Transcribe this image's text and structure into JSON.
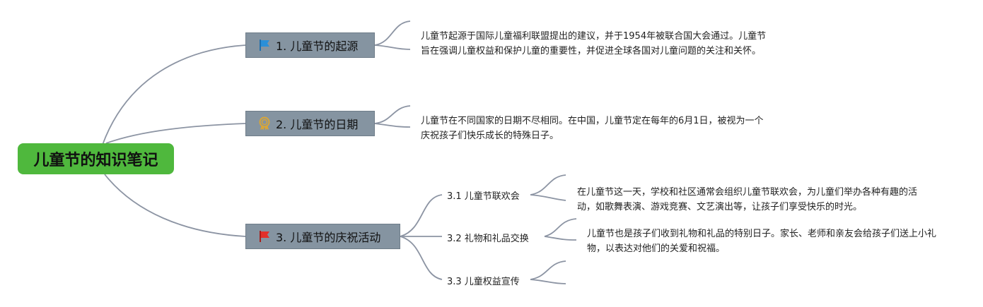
{
  "root": {
    "label": "儿童节的知识笔记"
  },
  "topics": [
    {
      "label": "1. 儿童节的起源",
      "icon": "blue-flag-icon",
      "note": "儿童节起源于国际儿童福利联盟提出的建议，并于1954年被联合国大会通过。儿童节旨在强调儿童权益和保护儿童的重要性，并促进全球各国对儿童问题的关注和关怀。"
    },
    {
      "label": "2. 儿童节的日期",
      "icon": "award-ribbon-icon",
      "note": "儿童节在不同国家的日期不尽相同。在中国，儿童节定在每年的6月1日，被视为一个庆祝孩子们快乐成长的特殊日子。"
    },
    {
      "label": "3. 儿童节的庆祝活动",
      "icon": "red-flag-icon",
      "subtopics": [
        {
          "label": "3.1 儿童节联欢会",
          "note": "在儿童节这一天，学校和社区通常会组织儿童节联欢会，为儿童们举办各种有趣的活动，如歌舞表演、游戏竞赛、文艺演出等，让孩子们享受快乐的时光。"
        },
        {
          "label": "3.2 礼物和礼品交换",
          "note": "儿童节也是孩子们收到礼物和礼品的特别日子。家长、老师和亲友会给孩子们送上小礼物，以表达对他们的关爱和祝福。"
        },
        {
          "label": "3.3 儿童权益宣传",
          "note": ""
        }
      ]
    }
  ],
  "colors": {
    "root_fill": "#4fb83d",
    "topic_fill": "#8594a1",
    "connector": "#8c94a3",
    "blue_flag": "#2a8fd8",
    "award_gold": "#d9a637",
    "red_flag": "#e2302a"
  }
}
